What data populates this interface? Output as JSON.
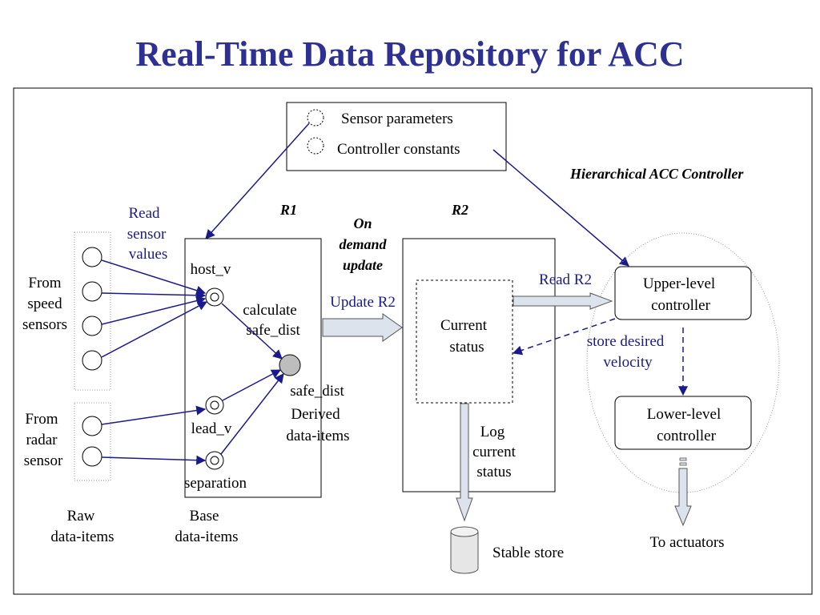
{
  "title": "Real-Time Data Repository for ACC",
  "param_box": {
    "sensor": "Sensor parameters",
    "controller": "Controller constants"
  },
  "hier_label": "Hierarchical ACC Controller",
  "r1": "R1",
  "r2": "R2",
  "on_demand": [
    "On",
    "demand",
    "update"
  ],
  "read_sensor": [
    "Read",
    "sensor",
    "values"
  ],
  "from_speed": [
    "From",
    "speed",
    "sensors"
  ],
  "from_radar": [
    "From",
    "radar",
    "sensor"
  ],
  "host_v": "host_v",
  "calculate": [
    "calculate",
    "safe_dist"
  ],
  "safe_dist": "safe_dist",
  "derived": [
    "Derived",
    "data-items"
  ],
  "lead_v": "lead_v",
  "separation": "separation",
  "raw_items": [
    "Raw",
    "data-items"
  ],
  "base_items": [
    "Base",
    "data-items"
  ],
  "update_r2": "Update R2",
  "current_status": [
    "Current",
    "status"
  ],
  "log_status": [
    "Log",
    "current",
    "status"
  ],
  "stable_store": "Stable store",
  "read_r2": "Read R2",
  "upper": [
    "Upper-level",
    "controller"
  ],
  "store_desired": [
    "store desired",
    "velocity"
  ],
  "lower": [
    "Lower-level",
    "controller"
  ],
  "to_actuators": "To actuators",
  "colors": {
    "title": "#2e3192",
    "arrow": "#1a1a8c",
    "node_fill": "#bdbdbd"
  }
}
